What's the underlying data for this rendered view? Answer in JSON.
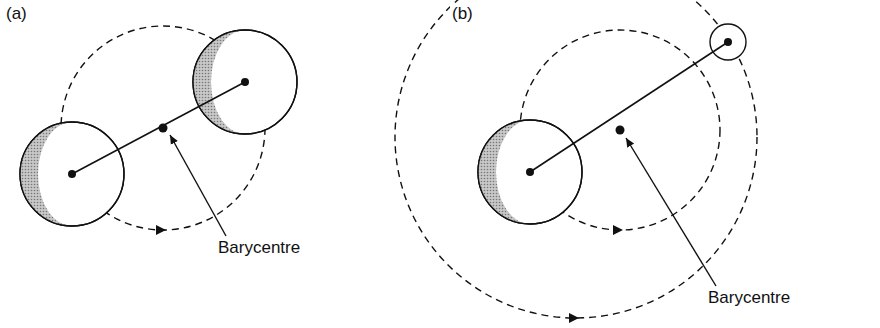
{
  "diagram": {
    "labels": [
      "(a)",
      "(b)",
      "Barycentre",
      "Barycentre"
    ]
  }
}
